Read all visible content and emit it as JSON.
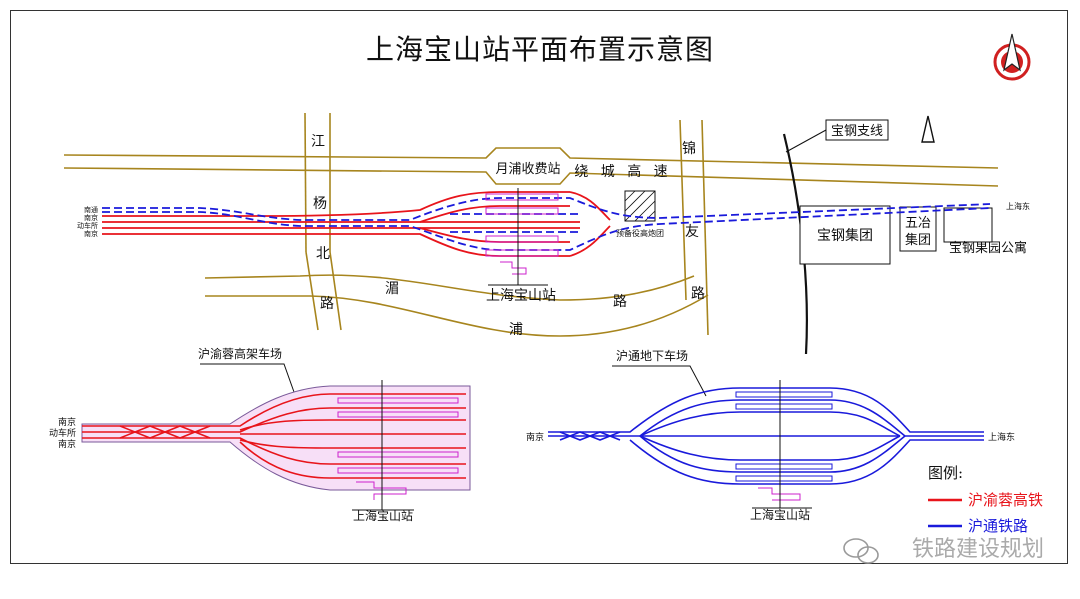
{
  "title": "上海宝山站平面布置示意图",
  "map": {
    "roads": {
      "expressway": "绕 城 高 速",
      "jiangyang_chars": [
        "江",
        "杨",
        "北",
        "路"
      ],
      "jinfu_chars": [
        "锦",
        "友",
        "路"
      ],
      "xiangpu_chars": [
        "湄",
        "浦",
        "路"
      ],
      "toll_station": "月浦收费站"
    },
    "branch_line": "宝钢支线",
    "station": "上海宝山站",
    "reserved": "预备役高炮团",
    "baogang_group": "宝钢集团",
    "wuye_group": "五冶集团",
    "apartment": "宝钢果园公寓",
    "shanghai_east": "上海东",
    "west_labels": [
      "南通",
      "南京",
      "动车所",
      "南京"
    ]
  },
  "yard_red": {
    "caption": "沪渝蓉高架车场",
    "station": "上海宝山站",
    "west_labels": [
      "南京",
      "动车所",
      "南京"
    ]
  },
  "yard_blue": {
    "caption": "沪通地下车场",
    "station": "上海宝山站",
    "west_label": "南京",
    "east_label": "上海东"
  },
  "legend": {
    "title": "图例:",
    "items": [
      {
        "label": "沪渝蓉高铁",
        "color": "#e8141b"
      },
      {
        "label": "沪通铁路",
        "color": "#1a1adb"
      }
    ]
  },
  "watermark": "铁路建设规划",
  "colors": {
    "road": "#a7851e",
    "red_line": "#e8141b",
    "blue_line": "#1a1adb",
    "platform": "#cc22cc"
  },
  "icons": [
    "compass-icon",
    "north-arrow-icon",
    "wechat-icon"
  ]
}
